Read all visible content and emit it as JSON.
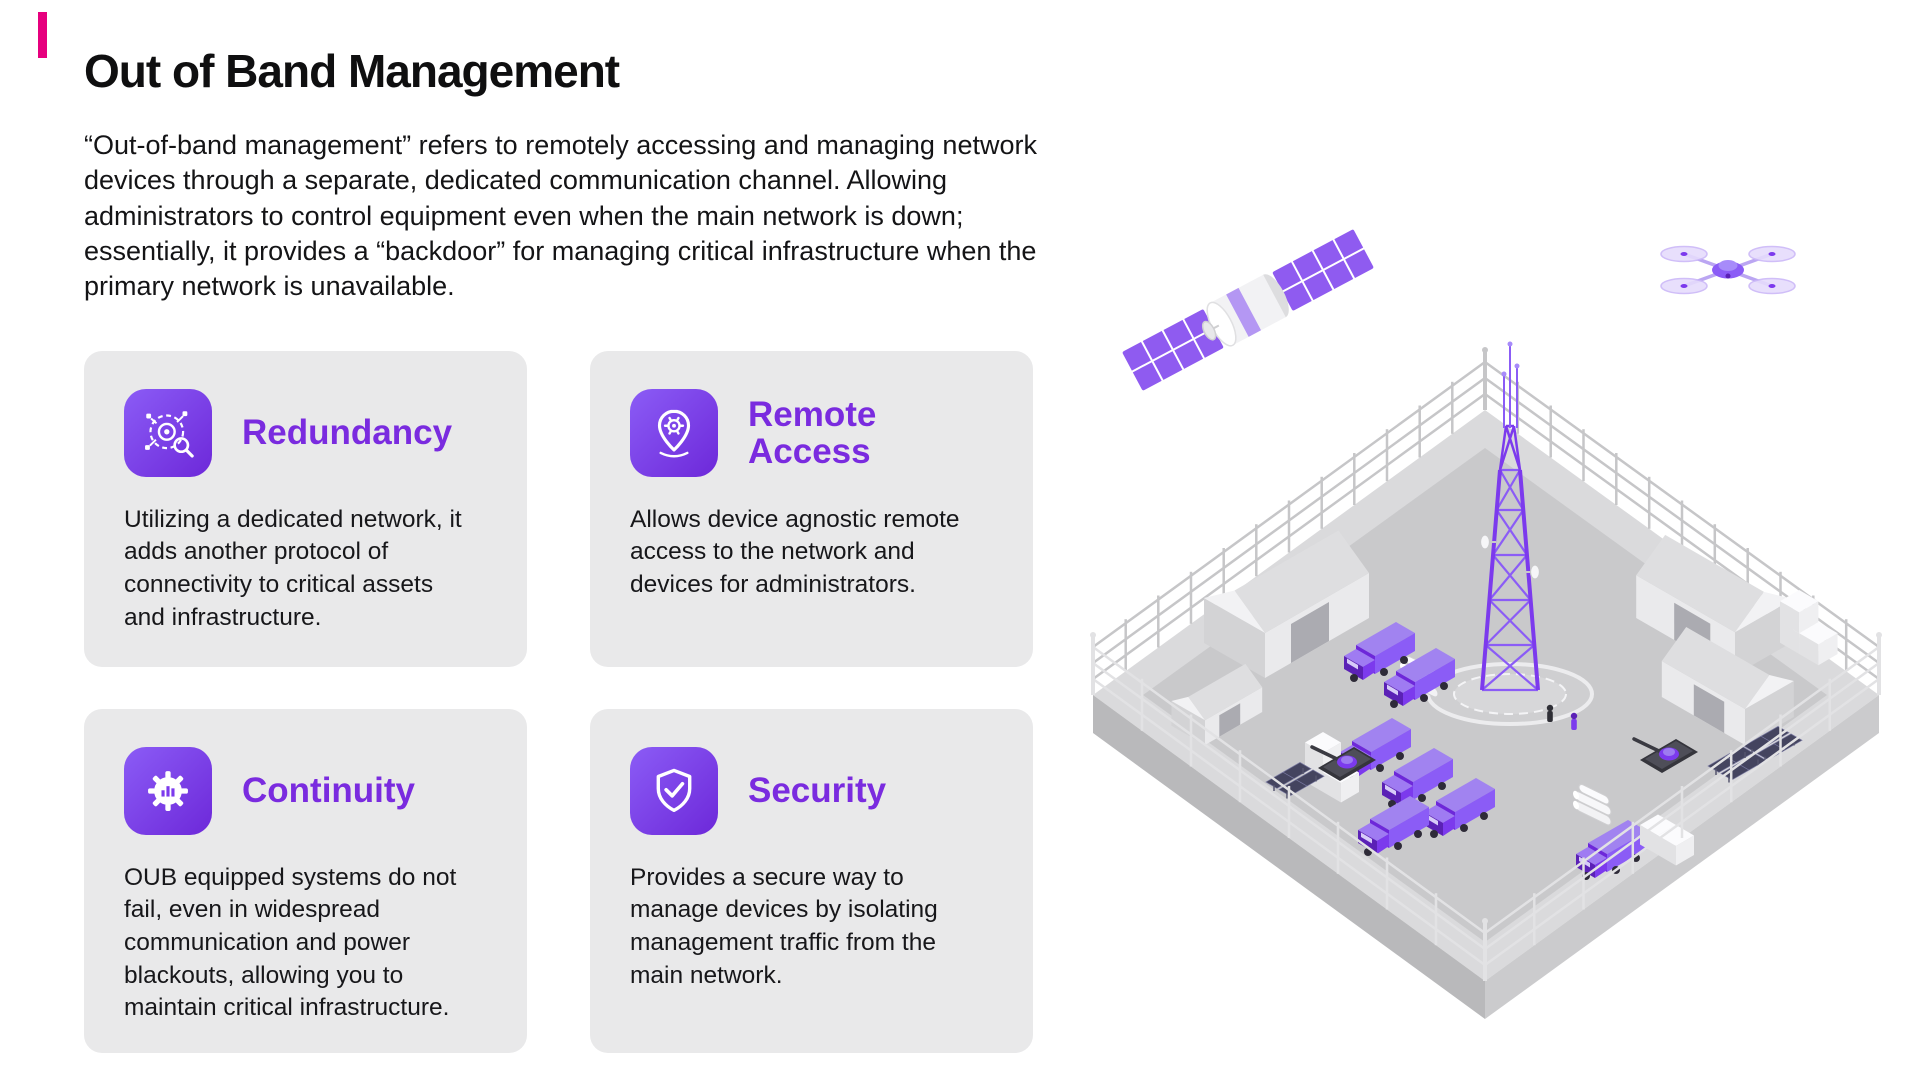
{
  "page": {
    "title": "Out of Band Management",
    "intro": "“Out-of-band management” refers to remotely accessing and managing network devices through a separate, dedicated communication channel. Allowing administrators to control equipment even when the main network is down; essentially, it provides a “backdoor” for managing critical infrastructure when the primary network is unavailable.",
    "accent_bar_color": "#E6007E"
  },
  "cards": [
    {
      "icon": "network-scan-icon",
      "title": "Redundancy",
      "description": "Utilizing a dedicated network, it adds another protocol of connectivity to critical assets and infrastructure."
    },
    {
      "icon": "location-pin-gear-icon",
      "title": "Remote Access",
      "description": "Allows device agnostic remote access to the network and devices for administrators."
    },
    {
      "icon": "gear-chart-icon",
      "title": "Continuity",
      "description": "OUB equipped systems do not fail, even in widespread communication and power blackouts, allowing you to maintain critical infrastructure."
    },
    {
      "icon": "shield-check-icon",
      "title": "Security",
      "description": "Provides a secure way to manage devices by isolating management traffic from the main network."
    }
  ],
  "illustration": {
    "name": "out-of-band-military-base",
    "elements": [
      "satellite",
      "drone",
      "communication-tower",
      "warehouses",
      "trucks",
      "tanks",
      "solar-panels",
      "perimeter-fence",
      "supply-crates",
      "pipe-stacks",
      "personnel"
    ]
  },
  "colors": {
    "magenta": "#E6007E",
    "purple": "#7C3AED",
    "purple_light": "#A78BFA",
    "purple_dark": "#6D28D9",
    "heading_purple": "#7A2BDF",
    "card_bg": "#E9E9EA",
    "text": "#141416"
  }
}
